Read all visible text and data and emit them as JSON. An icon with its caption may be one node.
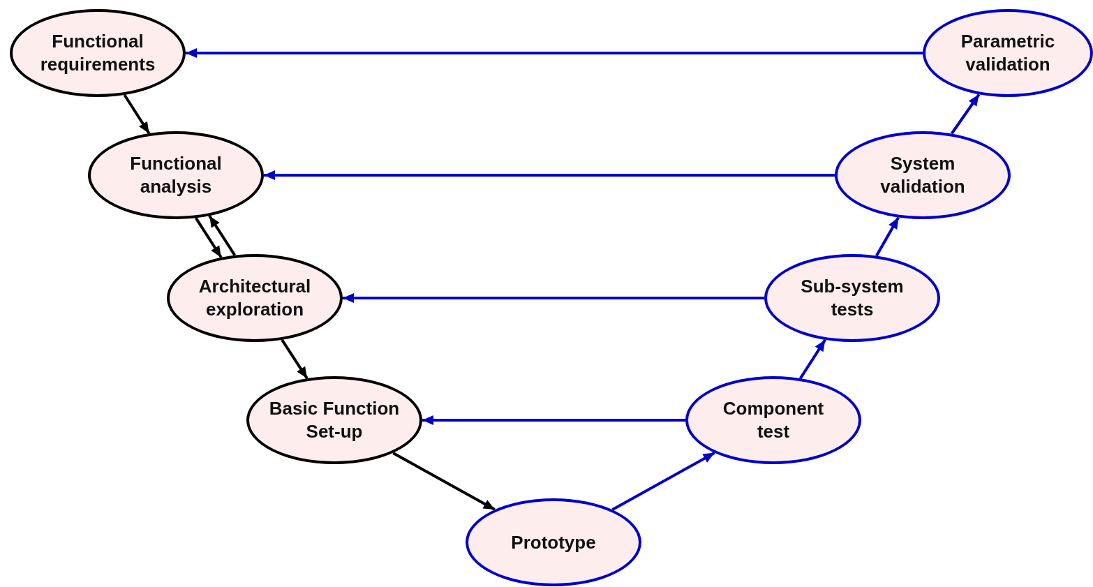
{
  "diagram": {
    "nodes": [
      {
        "text": [
          "Functional requirements"
        ]
      },
      {
        "text": [
          "Functional analysis"
        ]
      },
      {
        "text": [
          "Architectural exploration"
        ]
      },
      {
        "text": [
          "Basic Function Set-up"
        ]
      },
      {
        "text": [
          "Prototype"
        ]
      },
      {
        "text": [
          "Component test"
        ]
      },
      {
        "text": [
          "Sub-system tests"
        ]
      },
      {
        "text": [
          "System validation"
        ]
      },
      {
        "text": [
          "Parametric validation"
        ]
      }
    ],
    "edges": [
      {
        "from": 0,
        "to": 1,
        "arrow": "to",
        "color": "#000000"
      },
      {
        "from": 1,
        "to": 2,
        "arrow": "to",
        "color": "#000000"
      },
      {
        "from": 2,
        "to": 1,
        "arrow": "to",
        "color": "#000000"
      },
      {
        "from": 2,
        "to": 3,
        "arrow": "to",
        "color": "#000000"
      },
      {
        "from": 3,
        "to": 4,
        "arrow": "to",
        "color": "#000000"
      },
      {
        "from": 4,
        "to": 5,
        "arrow": "to"
      },
      {
        "from": 5,
        "to": 6,
        "arrow": "to"
      },
      {
        "from": 6,
        "to": 7,
        "arrow": "to"
      },
      {
        "from": 7,
        "to": 8,
        "arrow": "to"
      },
      {
        "from": 8,
        "to": 0,
        "arrow": "to"
      },
      {
        "from": 7,
        "to": 1,
        "arrow": "to"
      },
      {
        "from": 6,
        "to": 2,
        "arrow": "to"
      },
      {
        "from": 5,
        "to": 3,
        "arrow": "to"
      }
    ]
  }
}
